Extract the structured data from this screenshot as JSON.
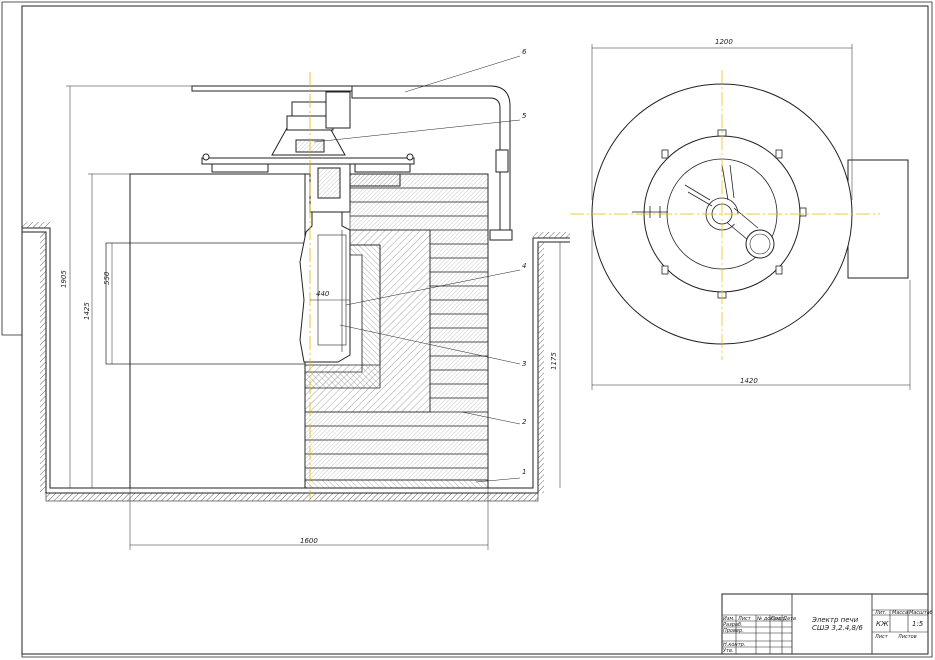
{
  "dimensions": {
    "overall_height": "1905",
    "chamber_height": "1425",
    "inner_height": "550",
    "inner_diameter": "440",
    "pit_depth": "1175",
    "base_width": "1600",
    "plan_width_top": "1200",
    "plan_width_bottom": "1420"
  },
  "callouts": [
    "1",
    "2",
    "3",
    "4",
    "5",
    "6"
  ],
  "title_block": {
    "title_line1": "Электр печи",
    "title_line2": "СШЭ 3,2.4,8/6",
    "litera_header": "Лит.",
    "mass_header": "Масса",
    "scale_header": "Масштаб",
    "litera": "КЖ",
    "scale": "1:5",
    "sheet": "Лист",
    "sheets": "Листов",
    "row_labels": [
      "Изм.",
      "Лист",
      "№ докум.",
      "Подп.",
      "Дата"
    ],
    "col_labels": [
      "Разраб.",
      "Провер.",
      "Н.контр.",
      "Утв."
    ]
  },
  "colors": {
    "line": "#222222",
    "center_line": "#e8b800",
    "hatch": "#555555",
    "paper": "#ffffff"
  }
}
